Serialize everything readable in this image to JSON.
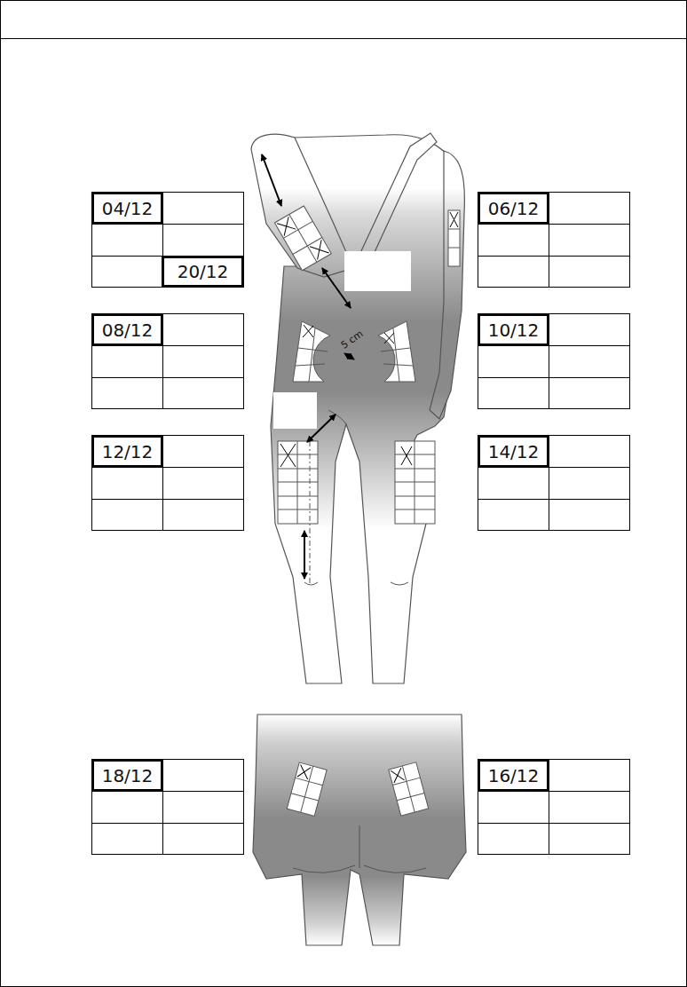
{
  "diagram": {
    "nodes": [
      {
        "text": [
          "04/12"
        ]
      },
      {
        "text": [
          "20/12"
        ]
      },
      {
        "text": [
          "06/12"
        ]
      },
      {
        "text": [
          "08/12"
        ]
      },
      {
        "text": [
          "10/12"
        ]
      },
      {
        "text": [
          "12/12"
        ]
      },
      {
        "text": [
          "14/12"
        ]
      },
      {
        "text": [
          "18/12"
        ]
      },
      {
        "text": [
          "16/12"
        ]
      }
    ],
    "labels": [
      "5 cm"
    ]
  }
}
